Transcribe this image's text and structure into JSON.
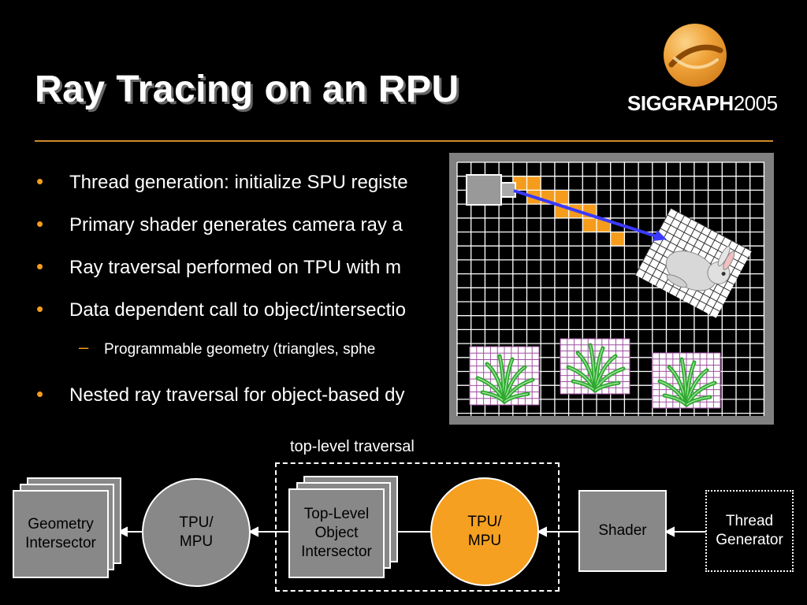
{
  "slide": {
    "title": "Ray Tracing on an RPU"
  },
  "logo": {
    "brand": "SIGGRAPH",
    "year": "2005",
    "accent": "#f0a43a"
  },
  "bullets": [
    {
      "text": "Thread generation: initialize SPU registe",
      "level": 1
    },
    {
      "text": "Primary shader generates camera ray a",
      "level": 1
    },
    {
      "text": "Ray traversal performed on TPU with m",
      "level": 1
    },
    {
      "text": "Data dependent call to object/intersectio",
      "level": 1
    },
    {
      "text": "Programmable geometry (triangles, sphe",
      "level": 2
    },
    {
      "text": "Nested ray traversal for object-based dy",
      "level": 1
    }
  ],
  "diagram": {
    "top_label": "top-level traversal",
    "nodes": {
      "geometry_intersector": "Geometry\nIntersector",
      "tpu_mpu_left": "TPU/\nMPU",
      "top_level_object_intersector": "Top-Level\nObject\nIntersector",
      "tpu_mpu_right": "TPU/\nMPU",
      "shader": "Shader",
      "thread_generator": "Thread\nGenerator"
    }
  },
  "colors": {
    "bullet": "#f59c1c",
    "rule": "#d08a2a",
    "grid_fill": "#808080",
    "traversed_cell": "#f59c1c",
    "ray": "#3333ff",
    "tpu_active": "#f5a020",
    "node_gray": "#888888"
  },
  "icons": [
    "plant-icon",
    "rabbit-icon",
    "camera-icon"
  ]
}
